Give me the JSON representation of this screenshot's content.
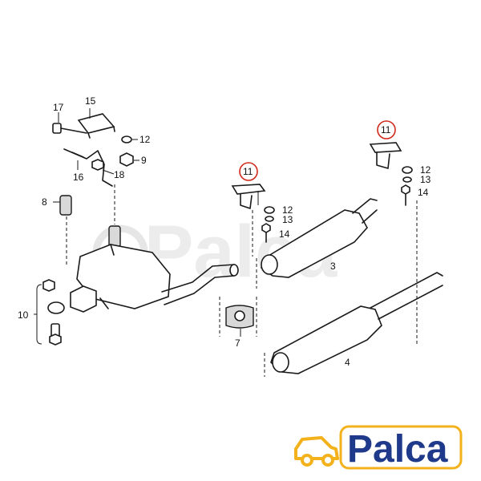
{
  "diagram": {
    "part_labels": {
      "p3": "3",
      "p4": "4",
      "p7": "7",
      "p8": "8",
      "p9": "9",
      "p10": "10",
      "p11a": "11",
      "p11b": "11",
      "p12a": "12",
      "p12b": "12",
      "p12c": "12",
      "p13a": "13",
      "p13b": "13",
      "p14a": "14",
      "p14b": "14",
      "p15": "15",
      "p16": "16",
      "p17": "17",
      "p18": "18"
    },
    "highlight_color": "#d0281b"
  },
  "watermark": {
    "text": "Palca"
  },
  "logo": {
    "text": "Palca",
    "text_color": "#1f3a8a",
    "icon_color": "#f3b21c",
    "icon": "car-icon"
  }
}
